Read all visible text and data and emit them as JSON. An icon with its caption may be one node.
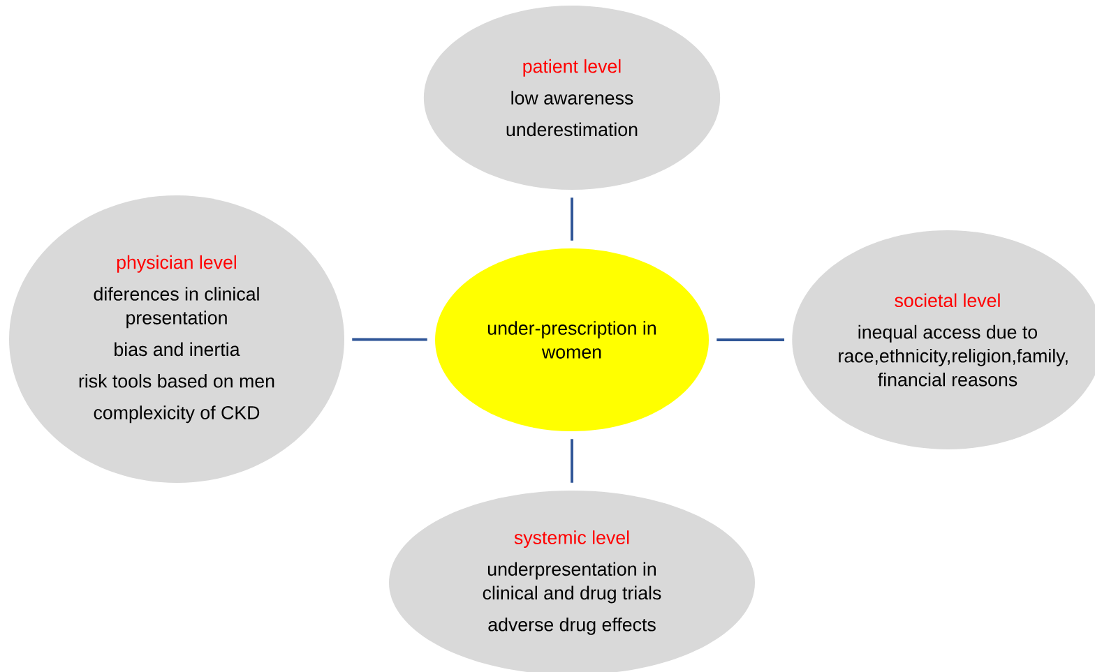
{
  "diagram": {
    "nodes": [
      {
        "text": [
          "patient level",
          "low awareness",
          "underestimation"
        ]
      },
      {
        "text": [
          "physician level",
          "diferences in clinical presentation",
          "bias and inertia",
          "risk tools based on men",
          "complexicity of CKD"
        ]
      },
      {
        "text": [
          "under-prescription in women"
        ]
      },
      {
        "text": [
          "societal level",
          "inequal access due to race,ethnicity,religion,family, financial reasons"
        ]
      },
      {
        "text": [
          "systemic level",
          "underpresentation in clinical and drug trials",
          "adverse drug effects"
        ]
      }
    ],
    "edges": [
      {
        "from": 2,
        "to": 0,
        "arrow": "none"
      },
      {
        "from": 2,
        "to": 1,
        "arrow": "none"
      },
      {
        "from": 2,
        "to": 3,
        "arrow": "none"
      },
      {
        "from": 2,
        "to": 4,
        "arrow": "none"
      }
    ]
  }
}
